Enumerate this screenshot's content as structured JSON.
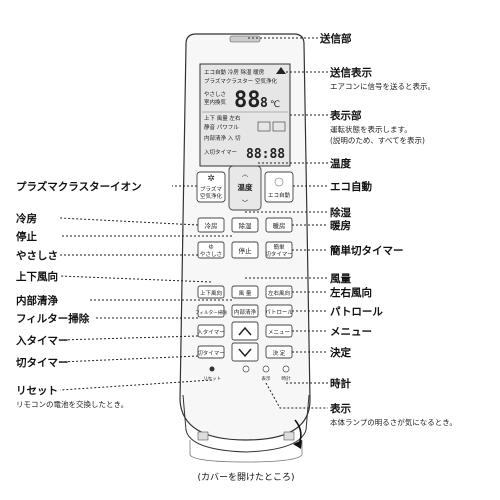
{
  "labels": {
    "transmitter": "送信部",
    "transmit_display": "送信表示",
    "transmit_display_desc": "エアコンに信号を送ると表示。",
    "display_area": "表示部",
    "display_area_desc1": "運転状態を表示します。",
    "display_area_desc2": "(説明のため、すべてを表示)",
    "temperature": "温度",
    "plasmacluster": "プラズマクラスターイオン",
    "eco_auto": "エコ自動",
    "cooling": "冷房",
    "dehumidify": "除湿",
    "stop": "停止",
    "heating": "暖房",
    "gentle": "やさしさ",
    "simple_off_timer": "簡単切タイマー",
    "vertical_airflow": "上下風向",
    "fan_speed": "風量",
    "inner_clean": "内部清浄",
    "horizontal_airflow": "左右風向",
    "filter_clean": "フィルター掃除",
    "patrol": "パトロール",
    "on_timer": "入タイマー",
    "menu": "メニュー",
    "off_timer": "切タイマー",
    "confirm": "決定",
    "reset": "リセット",
    "reset_desc": "リモコンの電池を交換したとき。",
    "clock": "時計",
    "display": "表示",
    "display_desc": "本体ランプの明るさが気になるとき。"
  },
  "caption": "(カバーを開けたところ)",
  "buttons": {
    "plasma_top": "プラズマ",
    "plasma_bottom": "空気浄化",
    "temp": "温度",
    "eco": "エコ自動",
    "cool": "冷房",
    "dry": "除湿",
    "heat": "暖房",
    "gentle_top": "ゆ",
    "gentle_bottom": "やさしさ",
    "stop": "停止",
    "simple_top": "簡単",
    "simple_bottom": "切タイマー",
    "vertical": "上下風向",
    "fan": "風 量",
    "horizontal": "左右風向",
    "filter": "フィルター掃除",
    "inner": "内部清浄",
    "patrol": "パトロール",
    "on_timer": "入タイマー",
    "menu": "メニュー",
    "off_timer": "切タイマー",
    "confirm": "決 定",
    "reset": "リセット",
    "display": "表示",
    "clock": "時計"
  },
  "lcd": {
    "modes": "エコ自動 冷房 除湿 暖房",
    "row2": "プラズマクラスター 空気浄化",
    "temp_digits": "88",
    "temp_decimal": "8",
    "unit": "℃",
    "small_left1": "やさしさ",
    "small_left2": "室内換気",
    "row4": "上下 風量 左右",
    "row5": "静音 パワフル",
    "row6": "内部清浄 入 切",
    "time_label": "入切タイマー",
    "time_digits": "88:88"
  }
}
